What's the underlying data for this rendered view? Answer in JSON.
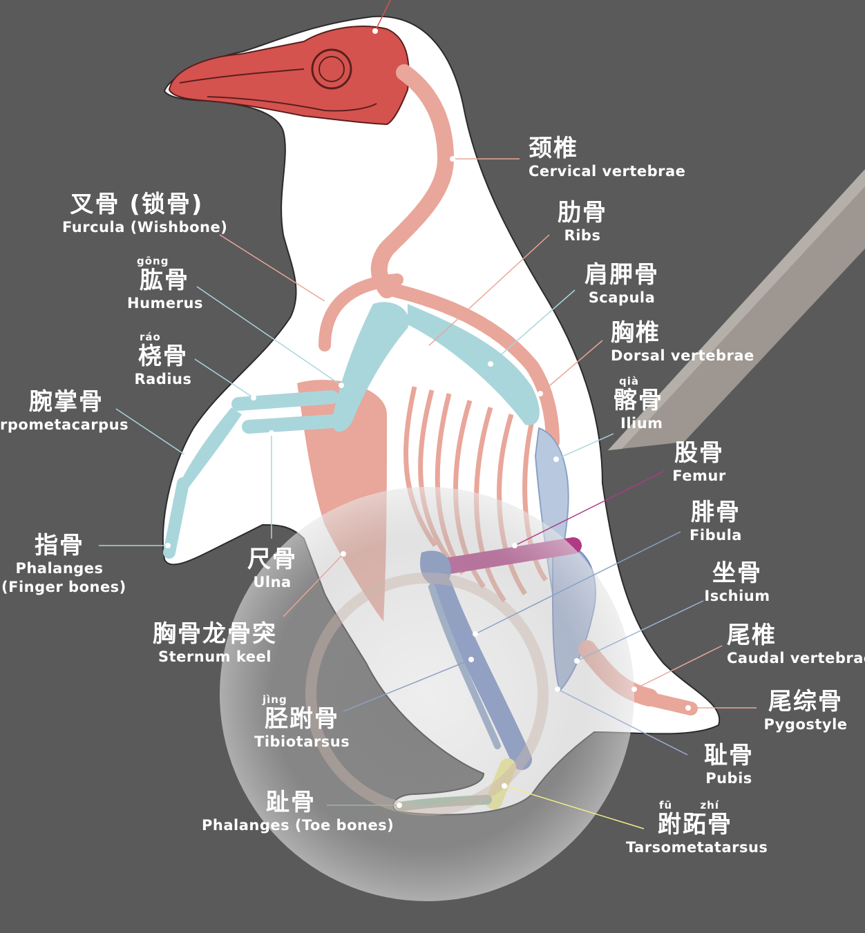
{
  "colors": {
    "background": "#5a5a5a",
    "skull": "#d4534f",
    "axial_bones": "#e9a69a",
    "wing_bones": "#a9d6db",
    "leg_bones": "#6f87c0",
    "femur": "#b03a83",
    "foot": "#9bb79f",
    "tarsometatarsus": "#f2ec8a"
  },
  "labels": {
    "cervical": {
      "zh": "颈椎",
      "en": "Cervical vertebrae"
    },
    "furcula": {
      "zh": "叉骨 (锁骨)",
      "en": "Furcula (Wishbone)"
    },
    "ribs": {
      "zh": "肋骨",
      "en": "Ribs"
    },
    "scapula": {
      "zh": "肩胛骨",
      "en": "Scapula"
    },
    "humerus": {
      "py": "gōng",
      "zh": "肱骨",
      "en": "Humerus"
    },
    "dorsal": {
      "zh": "胸椎",
      "en": "Dorsal vertebrae"
    },
    "radius": {
      "py": "ráo",
      "zh": "桡骨",
      "en": "Radius"
    },
    "carpometacarpus": {
      "zh": "腕掌骨",
      "en": "rpometacarpus"
    },
    "ilium": {
      "py": "qià",
      "zh": "髂骨",
      "en": "Ilium"
    },
    "femur": {
      "zh": "股骨",
      "en": "Femur"
    },
    "fibula": {
      "zh": "腓骨",
      "en": "Fibula"
    },
    "phalanges_finger": {
      "zh": "指骨",
      "en1": "Phalanges",
      "en2": "(Finger bones)"
    },
    "ulna": {
      "zh": "尺骨",
      "en": "Ulna"
    },
    "ischium": {
      "zh": "坐骨",
      "en": "Ischium"
    },
    "sternum": {
      "zh": "胸骨龙骨突",
      "en": "Sternum keel"
    },
    "caudal": {
      "zh": "尾椎",
      "en": "Caudal vertebrae"
    },
    "pygostyle": {
      "zh": "尾综骨",
      "en": "Pygostyle"
    },
    "tibiotarsus": {
      "py": "jìng",
      "zh": "胫跗骨",
      "en": "Tibiotarsus"
    },
    "pubis": {
      "zh": "耻骨",
      "en": "Pubis"
    },
    "phalanges_toe": {
      "zh": "趾骨",
      "en": "Phalanges (Toe bones)"
    },
    "tarsometatarsus": {
      "py1": "fū",
      "py2": "zhí",
      "zh": "跗跖骨",
      "en": "Tarsometatarsus"
    }
  }
}
